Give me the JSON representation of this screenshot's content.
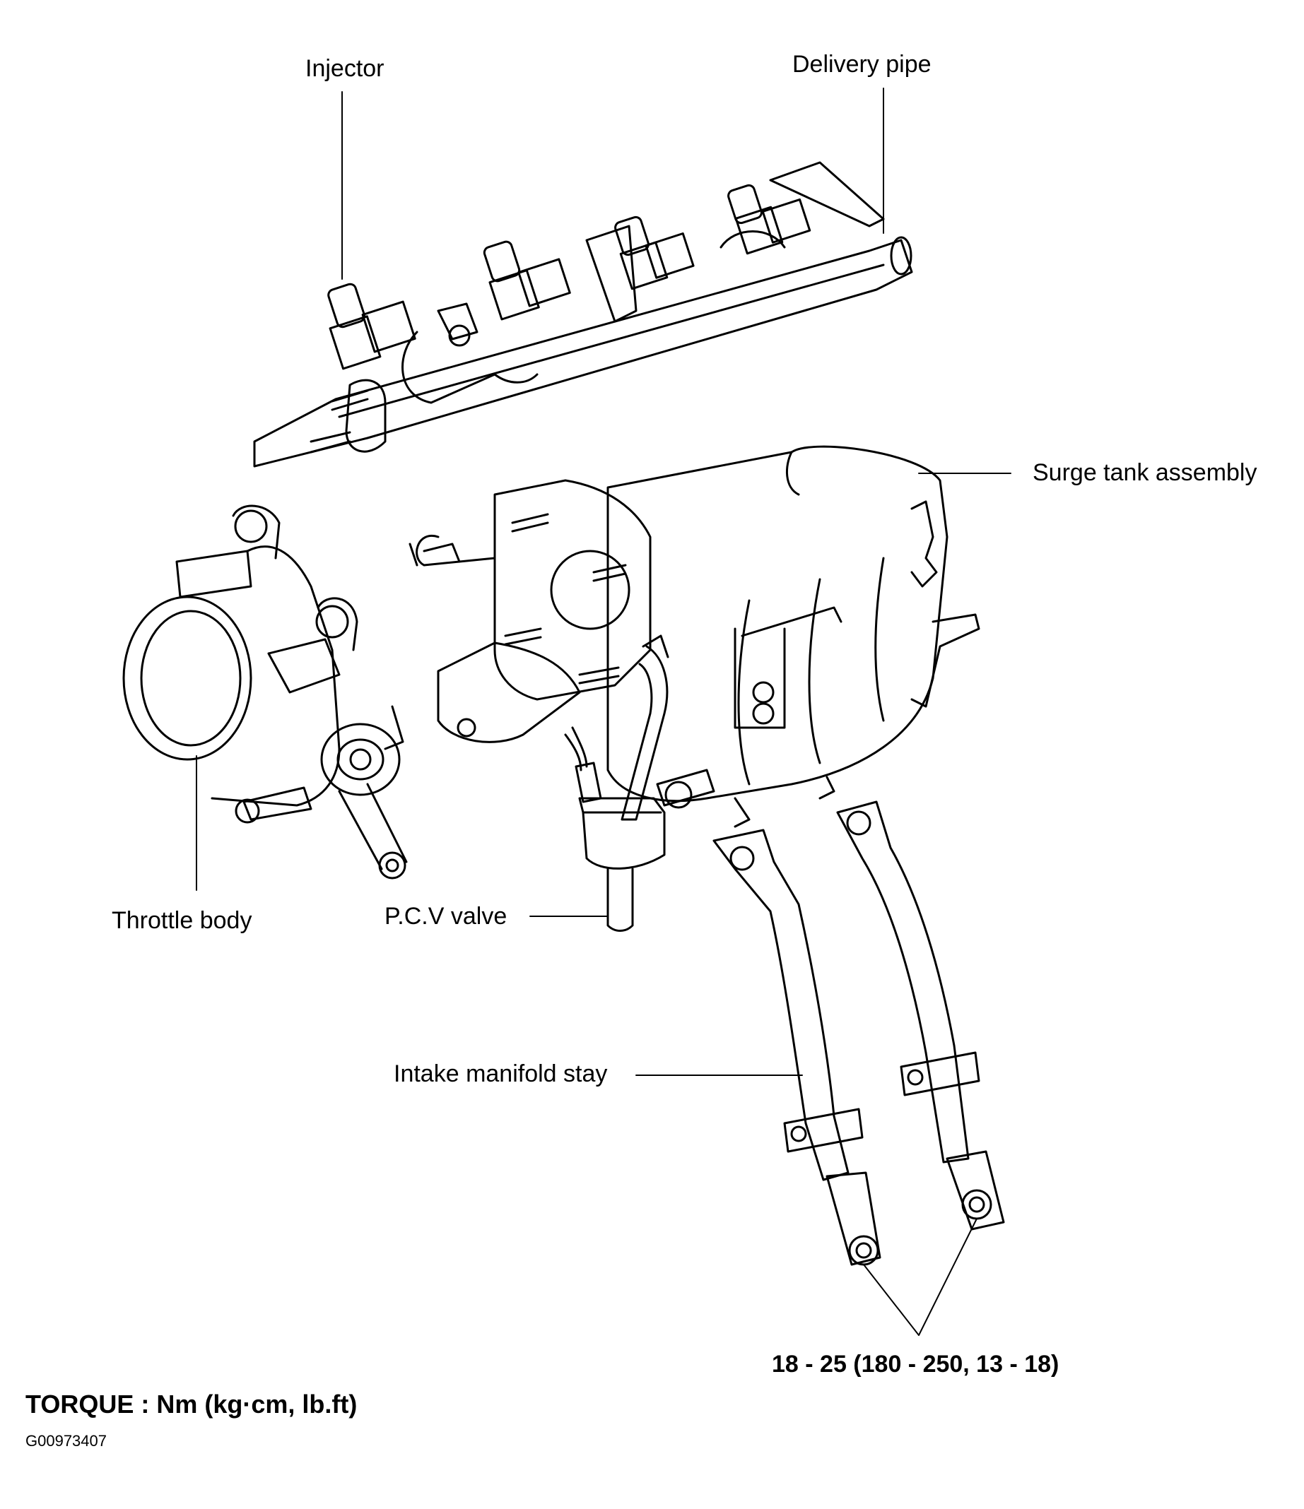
{
  "labels": {
    "injector": "Injector",
    "delivery_pipe": "Delivery pipe",
    "surge_tank": "Surge tank assembly",
    "throttle_body": "Throttle body",
    "pcv_valve": "P.C.V valve",
    "intake_stay": "Intake manifold stay",
    "torque_spec": "18 - 25 (180 - 250, 13 - 18)"
  },
  "footer": {
    "torque_units": "TORQUE : Nm (kg·cm, lb.ft)",
    "figure_code": "G00973407"
  }
}
